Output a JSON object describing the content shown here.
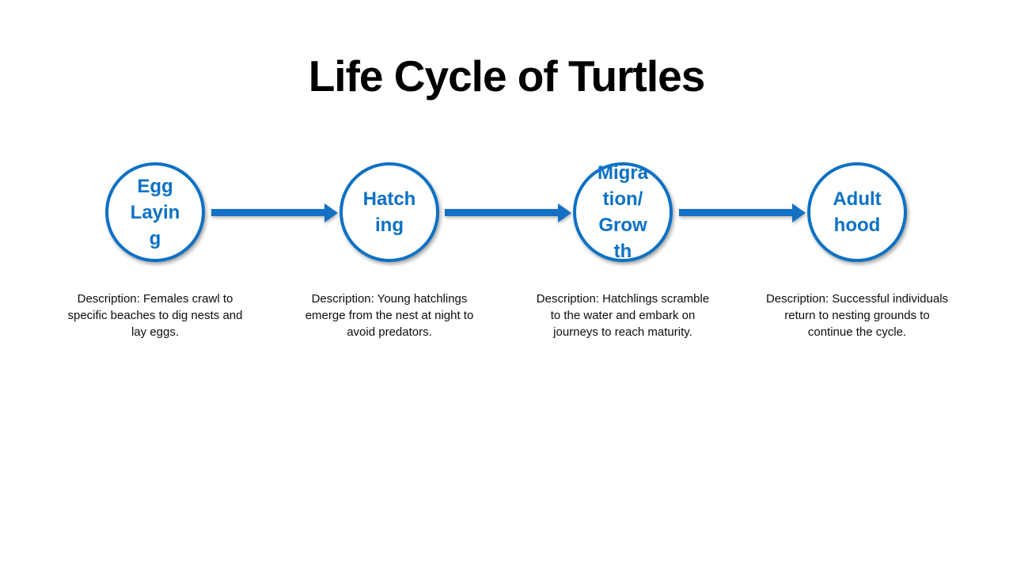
{
  "title": "Life Cycle of Turtles",
  "colors": {
    "accent_blue": "#0C71C4",
    "arrow_blue": "#1470C4",
    "background": "#FFFFFF",
    "text_black": "#000000"
  },
  "stages": [
    {
      "name": "Egg Laying",
      "label": "Egg\nLayin\ng",
      "description": "Description: Females crawl to specific beaches to dig nests and lay eggs."
    },
    {
      "name": "Hatching",
      "label": "Hatch\ning",
      "description": "Description: Young hatchlings emerge from the nest at night to avoid predators."
    },
    {
      "name": "Migration/Growth",
      "label": "Migra\ntion/\nGrow\nth",
      "description": "Description: Hatchlings scramble to the water and embark on journeys to reach maturity."
    },
    {
      "name": "Adulthood",
      "label": "Adult\nhood",
      "description": "Description: Successful individuals return to nesting grounds to continue the cycle."
    }
  ]
}
